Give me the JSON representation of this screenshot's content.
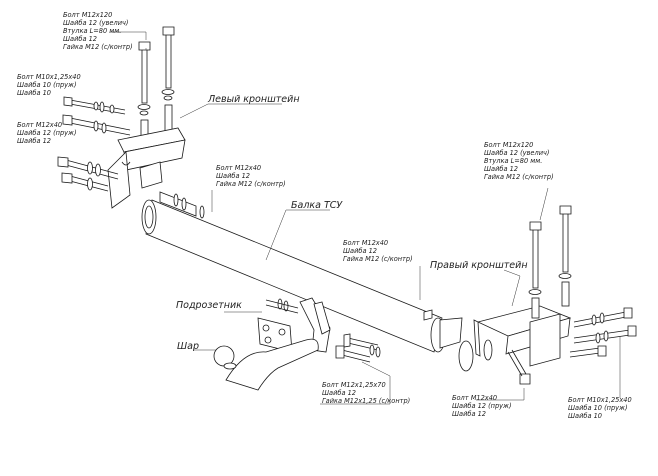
{
  "labels": {
    "top_bolt": [
      "Болт М12х120",
      "Шайба 12 (увелич)",
      "Втулка L=80 мм.",
      "Шайба 12",
      "Гайка М12 (с/контр)"
    ],
    "left_side_a": [
      "Болт М10х1,25х40",
      "Шайба 10 (пруж)",
      "Шайба 10"
    ],
    "left_side_b": [
      "Болт М12х40",
      "Шайба 12 (пруж)",
      "Шайба 12"
    ],
    "left_bracket": "Левый кронштейн",
    "beam_end": [
      "Болт М12х40",
      "Шайба 12",
      "Гайка М12 (с/контр)"
    ],
    "beam": "Балка ТСУ",
    "beam_mid": [
      "Болт М12х40",
      "Шайба 12",
      "Гайка М12 (с/контр)"
    ],
    "right_bracket": "Правый кронштейн",
    "right_top": [
      "Болт М12х120",
      "Шайба 12 (увелич)",
      "Втулка L=80 мм.",
      "Шайба 12",
      "Гайка М12 (с/контр)"
    ],
    "socket": "Подрозетник",
    "ball": "Шар",
    "ball_bolt": [
      "Болт М12х1,25х70",
      "Шайба 12",
      "Гайка М12х1,25 (с/контр)"
    ],
    "right_low_a": [
      "Болт М12х40",
      "Шайба 12 (пруж)",
      "Шайба 12"
    ],
    "right_low_b": [
      "Болт М10х1,25х40",
      "Шайба 10 (пруж)",
      "Шайба 10"
    ]
  }
}
